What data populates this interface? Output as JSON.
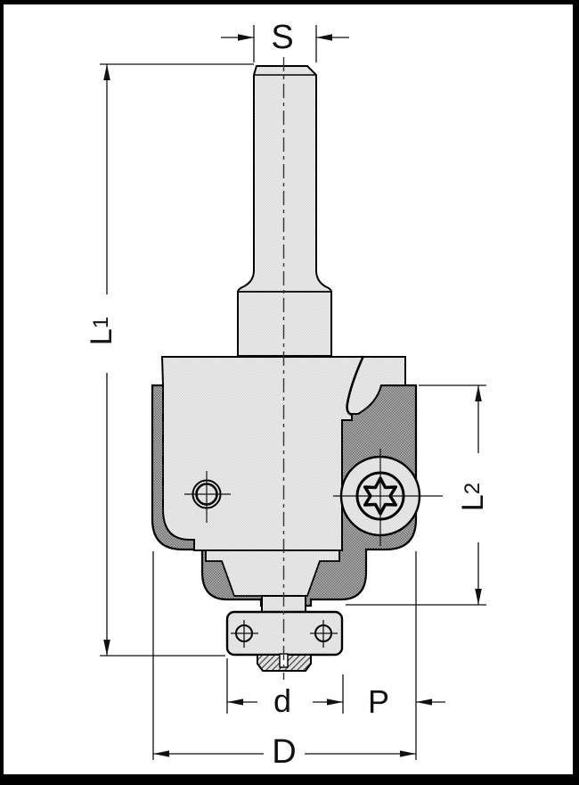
{
  "drawing": {
    "kind": "technical-dimension-drawing",
    "subject": "profile-router-bit-with-bearing-and-torx-insert"
  },
  "colors": {
    "line": "#000000",
    "body_light_fill": "#ededed",
    "body_dark_fill": "#9c9c9c",
    "background": "#ffffff"
  },
  "labels": {
    "shank_diameter": "S",
    "overall_length_main": "L",
    "overall_length_sub": "1",
    "cutting_length_main": "L",
    "cutting_length_sub": "2",
    "small_diameter": "d",
    "profile_depth": "P",
    "overall_diameter": "D"
  }
}
